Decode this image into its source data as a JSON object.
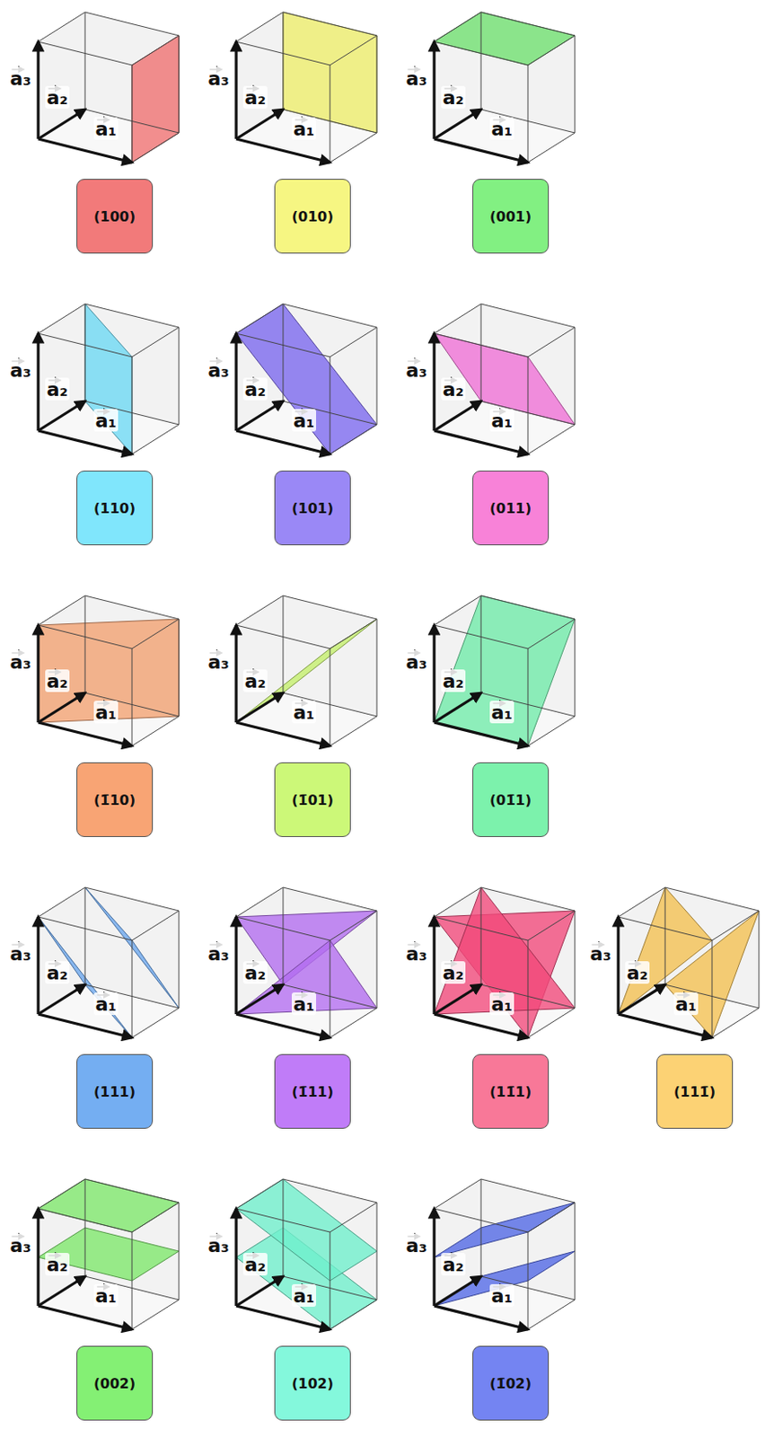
{
  "diagram": {
    "nodes": [
      {
        "text": [
          "(100)"
        ]
      },
      {
        "text": [
          "(010)"
        ]
      },
      {
        "text": [
          "(001)"
        ]
      },
      {
        "text": [
          "(110)"
        ]
      },
      {
        "text": [
          "(101)"
        ]
      },
      {
        "text": [
          "(011)"
        ]
      },
      {
        "text": [
          "(1̄10)"
        ]
      },
      {
        "text": [
          "(1̄01)"
        ]
      },
      {
        "text": [
          "(01̄1)"
        ]
      },
      {
        "text": [
          "(111)"
        ]
      },
      {
        "text": [
          "(1̄11)"
        ]
      },
      {
        "text": [
          "(11̄1)"
        ]
      },
      {
        "text": [
          "(111̄)"
        ]
      },
      {
        "text": [
          "(002)"
        ]
      },
      {
        "text": [
          "(102)"
        ]
      },
      {
        "text": [
          "(1̄02)"
        ]
      }
    ],
    "labels": [
      "a₁",
      "a₂",
      "a₃",
      "a₁",
      "a₂",
      "a₃",
      "a₁",
      "a₂",
      "a₃",
      "a₁",
      "a₂",
      "a₃",
      "a₁",
      "a₂",
      "a₃",
      "a₁",
      "a₂",
      "a₃",
      "a₁",
      "a₂",
      "a₃",
      "a₁",
      "a₂",
      "a₃",
      "a₁",
      "a₂",
      "a₃",
      "a₁",
      "a₂",
      "a₃",
      "a₁",
      "a₂",
      "a₃",
      "a₁",
      "a₂",
      "a₃",
      "a₁",
      "a₂",
      "a₃",
      "a₁",
      "a₂",
      "a₃",
      "a₁",
      "a₂",
      "a₃",
      "a₁",
      "a₂",
      "a₃"
    ]
  }
}
